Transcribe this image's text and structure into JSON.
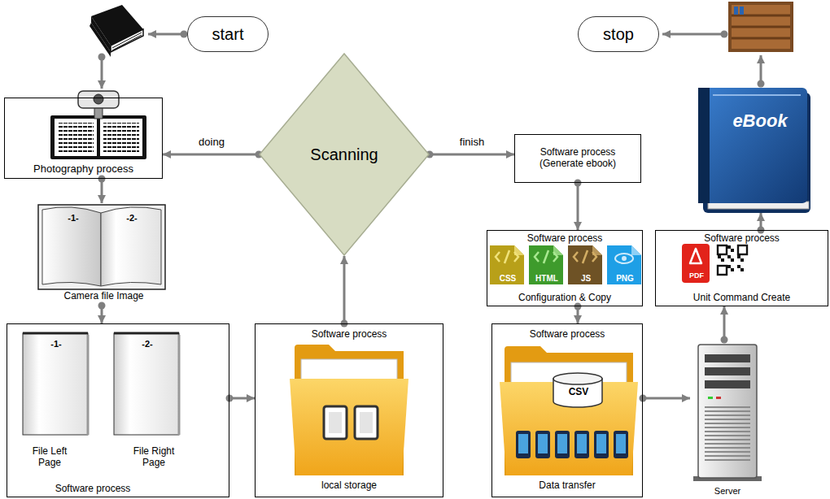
{
  "diagram": {
    "nodes": [
      {
        "text": [
          "start"
        ]
      },
      {
        "text": [
          "stop"
        ]
      },
      {
        "text": [
          "Photography process"
        ]
      },
      {
        "text": [
          "Scanning"
        ]
      },
      {
        "text": [
          "Software process (Generate ebook)"
        ]
      },
      {
        "text": [
          "-1-",
          "-2-",
          "Camera file Image"
        ]
      },
      {
        "text": [
          "-1-",
          "-2-",
          "File Left Page",
          "File Right Page",
          "Software process"
        ]
      },
      {
        "text": [
          "Software process",
          "local storage"
        ]
      },
      {
        "text": [
          "Software process",
          "CSS",
          "HTML",
          "JS",
          "PNG",
          "Configuration & Copy"
        ]
      },
      {
        "text": [
          "Software process",
          "CSV",
          "Data transfer"
        ]
      },
      {
        "text": [
          "Server"
        ]
      },
      {
        "text": [
          "Software process",
          "PDF",
          "Unit Command Create"
        ]
      },
      {
        "text": [
          "eBook"
        ]
      }
    ],
    "edges": [
      {
        "from": 3,
        "to": 2,
        "label": "doing",
        "arrow": "to"
      },
      {
        "from": 3,
        "to": 4,
        "label": "finish",
        "arrow": "to"
      },
      {
        "from": 2,
        "to": 5,
        "arrow": "to"
      },
      {
        "from": 5,
        "to": 6,
        "arrow": "to"
      },
      {
        "from": 6,
        "to": 7,
        "arrow": "to"
      },
      {
        "from": 7,
        "to": 3,
        "arrow": "to"
      },
      {
        "from": 4,
        "to": 8,
        "arrow": "to"
      },
      {
        "from": 8,
        "to": 9,
        "arrow": "to"
      },
      {
        "from": 9,
        "to": 10,
        "arrow": "to"
      },
      {
        "from": 10,
        "to": 11,
        "arrow": "to"
      },
      {
        "from": 11,
        "to": 12,
        "arrow": "to"
      }
    ]
  }
}
